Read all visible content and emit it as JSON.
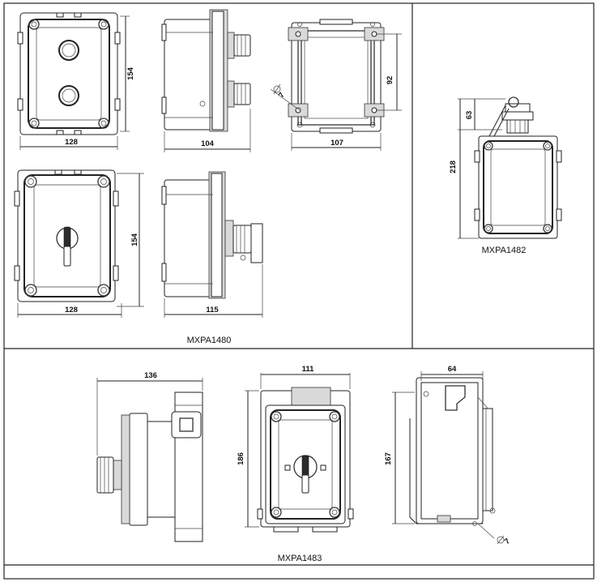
{
  "groups": {
    "top_left": {
      "caption": "MXPA1480",
      "views": {
        "pushbutton_front": {
          "height": "154",
          "width": "128"
        },
        "pushbutton_side": {
          "width": "104"
        },
        "mounting_plate": {
          "height": "92",
          "width": "107",
          "hole": "7"
        },
        "switch_front": {
          "height": "154",
          "width": "128"
        },
        "switch_side": {
          "width": "115"
        }
      }
    },
    "top_right": {
      "caption": "MXPA1482",
      "views": {
        "front": {
          "height_total": "218",
          "top_part": "63"
        }
      }
    },
    "bottom": {
      "caption": "MXPA1483",
      "views": {
        "side": {
          "width": "136"
        },
        "front": {
          "width": "111",
          "height": "186"
        },
        "rear": {
          "width": "64",
          "height": "167",
          "hole": "7"
        }
      }
    }
  },
  "colors": {
    "line": "#222222",
    "fill_grey": "#d9d9d9",
    "background": "#ffffff"
  }
}
